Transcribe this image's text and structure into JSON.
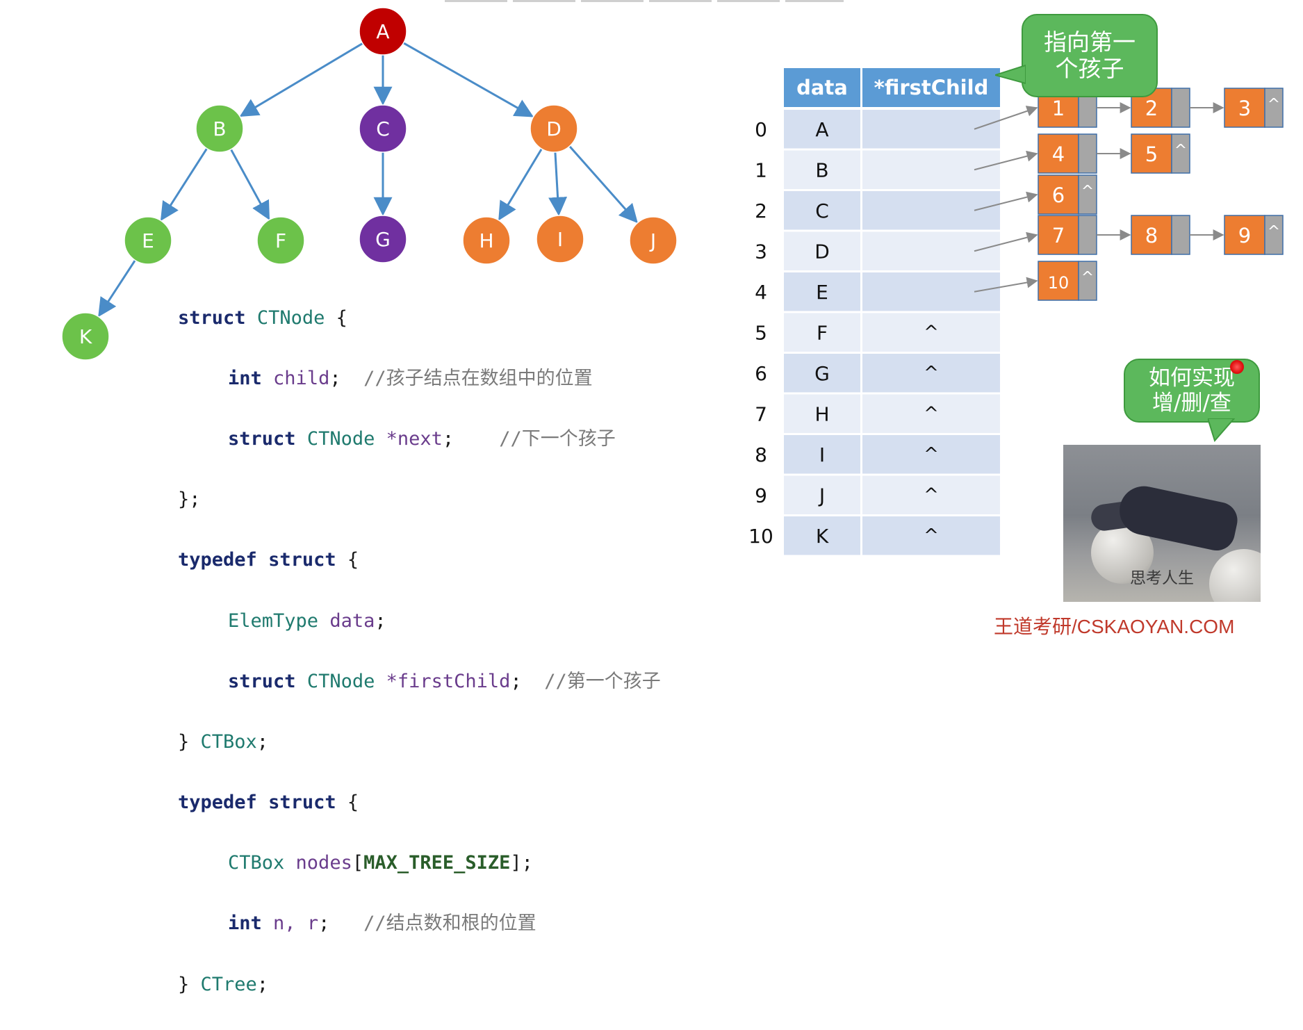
{
  "tree": {
    "nodes": [
      {
        "id": "A",
        "color": "#c00000"
      },
      {
        "id": "B",
        "color": "#6cc24a"
      },
      {
        "id": "C",
        "color": "#7030a0"
      },
      {
        "id": "D",
        "color": "#ed7d31"
      },
      {
        "id": "E",
        "color": "#6cc24a"
      },
      {
        "id": "F",
        "color": "#6cc24a"
      },
      {
        "id": "G",
        "color": "#7030a0"
      },
      {
        "id": "H",
        "color": "#ed7d31"
      },
      {
        "id": "I",
        "color": "#ed7d31"
      },
      {
        "id": "J",
        "color": "#ed7d31"
      },
      {
        "id": "K",
        "color": "#6cc24a"
      }
    ],
    "edges": [
      [
        "A",
        "B"
      ],
      [
        "A",
        "C"
      ],
      [
        "A",
        "D"
      ],
      [
        "B",
        "E"
      ],
      [
        "B",
        "F"
      ],
      [
        "C",
        "G"
      ],
      [
        "D",
        "H"
      ],
      [
        "D",
        "I"
      ],
      [
        "D",
        "J"
      ],
      [
        "E",
        "K"
      ]
    ],
    "edge_color": "#4a8cc8"
  },
  "code": {
    "l1": {
      "kw": "struct",
      "ty": "CTNode",
      "rest": " {"
    },
    "l2": {
      "kw": "int",
      "id": "child",
      "punct": ";",
      "cm": "//孩子结点在数组中的位置"
    },
    "l3": {
      "kw": "struct",
      "ty": "CTNode",
      "id": "*next",
      "punct": ";",
      "cm": "//下一个孩子"
    },
    "l4": "};",
    "l5": {
      "kw1": "typedef",
      "kw2": "struct",
      "rest": " {"
    },
    "l6": {
      "ty": "ElemType",
      "id": "data",
      "punct": ";"
    },
    "l7": {
      "kw": "struct",
      "ty": "CTNode",
      "id": "*firstChild",
      "punct": ";",
      "cm": "//第一个孩子"
    },
    "l8": {
      "brace": "} ",
      "ty": "CTBox",
      "punct": ";"
    },
    "l9": {
      "kw1": "typedef",
      "kw2": "struct",
      "rest": " {"
    },
    "l10": {
      "ty": "CTBox",
      "id": "nodes",
      "open": "[",
      "mac": "MAX_TREE_SIZE",
      "close": "];"
    },
    "l11": {
      "kw": "int",
      "id": "n, r",
      "punct": ";",
      "cm": "//结点数和根的位置"
    },
    "l12": {
      "brace": "} ",
      "ty": "CTree",
      "punct": ";"
    }
  },
  "table": {
    "headers": [
      "data",
      "*firstChild"
    ],
    "header_color": "#5b9bd5",
    "rows": [
      {
        "index": "0",
        "data": "A",
        "first": ""
      },
      {
        "index": "1",
        "data": "B",
        "first": ""
      },
      {
        "index": "2",
        "data": "C",
        "first": ""
      },
      {
        "index": "3",
        "data": "D",
        "first": ""
      },
      {
        "index": "4",
        "data": "E",
        "first": ""
      },
      {
        "index": "5",
        "data": "F",
        "first": "^"
      },
      {
        "index": "6",
        "data": "G",
        "first": "^"
      },
      {
        "index": "7",
        "data": "H",
        "first": "^"
      },
      {
        "index": "8",
        "data": "I",
        "first": "^"
      },
      {
        "index": "9",
        "data": "J",
        "first": "^"
      },
      {
        "index": "10",
        "data": "K",
        "first": "^"
      }
    ]
  },
  "lists": {
    "node_color": "#ed7d31",
    "ptr_color": "#a6a6a6",
    "null_mark": "^",
    "rows": [
      {
        "row": 0,
        "children": [
          "1",
          "2",
          "3"
        ]
      },
      {
        "row": 1,
        "children": [
          "4",
          "5"
        ]
      },
      {
        "row": 2,
        "children": [
          "6"
        ]
      },
      {
        "row": 3,
        "children": [
          "7",
          "8",
          "9"
        ]
      },
      {
        "row": 4,
        "children": [
          "10"
        ]
      }
    ]
  },
  "bubbles": {
    "first_child_note": "指向第一个孩子",
    "question": "如何实现增/删/查"
  },
  "meme_caption": "思考人生",
  "footer": "王道考研/CSKAOYAN.COM"
}
